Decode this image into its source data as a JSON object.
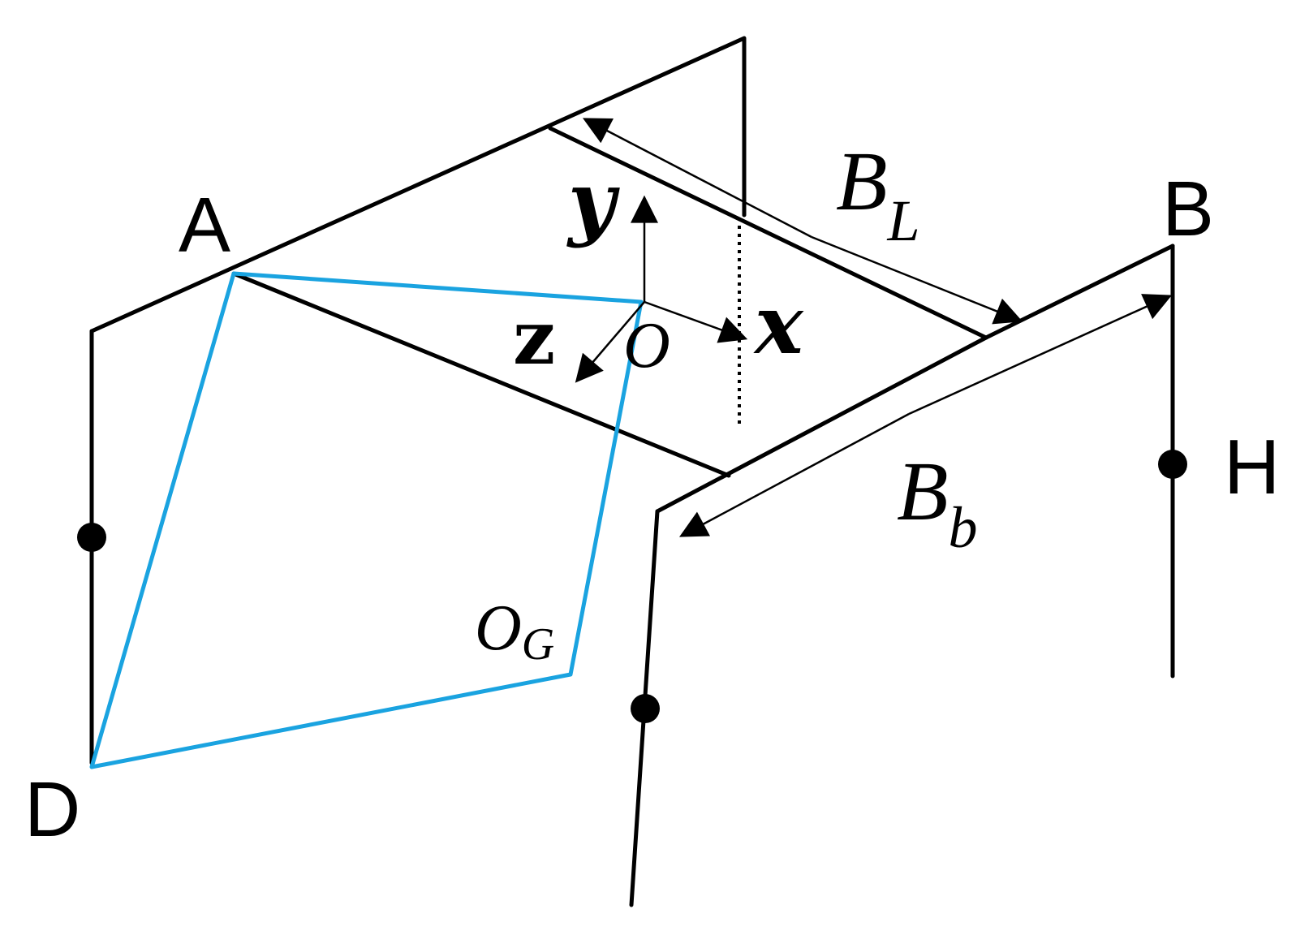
{
  "points": {
    "A": "A",
    "B": "B",
    "D": "D",
    "H": "H"
  },
  "axes": {
    "x": "x",
    "y": "y",
    "z": "z",
    "origin": "O"
  },
  "origin_g": {
    "base": "O",
    "subscript": "G"
  },
  "dimensions": {
    "bl": {
      "base": "B",
      "subscript": "L"
    },
    "bb": {
      "base": "B",
      "subscript": "b"
    }
  },
  "colors": {
    "lines": "#000000",
    "highlight_quad": "#1aa3e0"
  }
}
